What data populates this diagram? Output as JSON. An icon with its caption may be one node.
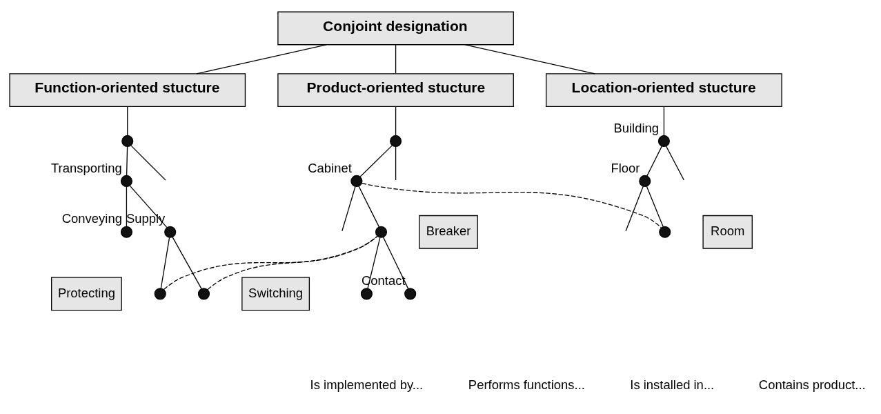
{
  "diagram": {
    "nodes": [
      {
        "text": [
          "Conjoint designation"
        ]
      },
      {
        "text": [
          "Function-oriented stucture"
        ]
      },
      {
        "text": [
          "Product-oriented stucture"
        ]
      },
      {
        "text": [
          "Location-oriented stucture"
        ]
      },
      {
        "text": [],
        "shape": "circle"
      },
      {
        "text": [],
        "shape": "circle",
        "beside": [
          "Transporting"
        ]
      },
      {
        "text": [],
        "shape": "circle",
        "beside": [
          "Conveying"
        ]
      },
      {
        "text": [],
        "shape": "circle",
        "beside": [
          "Supply"
        ]
      },
      {
        "text": [
          "Protecting"
        ]
      },
      {
        "text": [
          "Switching"
        ]
      },
      {
        "text": [],
        "shape": "circle"
      },
      {
        "text": [],
        "shape": "circle"
      },
      {
        "text": [],
        "shape": "circle"
      },
      {
        "text": [],
        "shape": "circle",
        "beside": [
          "Cabinet"
        ]
      },
      {
        "text": [
          "Breaker"
        ]
      },
      {
        "text": [],
        "shape": "circle"
      },
      {
        "text": [],
        "shape": "circle"
      },
      {
        "text": [],
        "shape": "circle",
        "beside": [
          "Contact"
        ]
      },
      {
        "text": [],
        "shape": "circle",
        "beside": [
          "Building"
        ]
      },
      {
        "text": [],
        "shape": "circle",
        "beside": [
          "Floor"
        ]
      },
      {
        "text": [
          "Room"
        ]
      },
      {
        "text": [],
        "shape": "circle"
      }
    ],
    "edges": [
      {
        "from": 0,
        "to": 1,
        "arrow": "none"
      },
      {
        "from": 0,
        "to": 2,
        "arrow": "none"
      },
      {
        "from": 0,
        "to": 3,
        "arrow": "none"
      },
      {
        "from": 1,
        "to": 4,
        "arrow": "none"
      },
      {
        "from": 4,
        "to": null,
        "arrow": "none"
      },
      {
        "from": 4,
        "to": 5,
        "arrow": "none"
      },
      {
        "from": 5,
        "to": 6,
        "arrow": "none"
      },
      {
        "from": 5,
        "to": 7,
        "arrow": "none"
      },
      {
        "from": 7,
        "to": 10,
        "arrow": "none"
      },
      {
        "from": 7,
        "to": 11,
        "arrow": "none"
      },
      {
        "from": 10,
        "to": 15,
        "arrow": "none",
        "style": "dashed"
      },
      {
        "from": 11,
        "to": 15,
        "arrow": "none",
        "style": "dashed"
      },
      {
        "from": 2,
        "to": 12,
        "arrow": "none"
      },
      {
        "from": 12,
        "to": null,
        "arrow": "none"
      },
      {
        "from": 12,
        "to": 13,
        "arrow": "none"
      },
      {
        "from": 13,
        "to": null,
        "arrow": "none"
      },
      {
        "from": 13,
        "to": 15,
        "arrow": "none"
      },
      {
        "from": 15,
        "to": 16,
        "arrow": "none"
      },
      {
        "from": 15,
        "to": 17,
        "arrow": "none"
      },
      {
        "from": 13,
        "to": 21,
        "arrow": "none",
        "style": "dashed"
      },
      {
        "from": 3,
        "to": 18,
        "arrow": "none"
      },
      {
        "from": 18,
        "to": null,
        "arrow": "none"
      },
      {
        "from": 18,
        "to": 19,
        "arrow": "none"
      },
      {
        "from": 19,
        "to": null,
        "arrow": "none"
      },
      {
        "from": 19,
        "to": 21,
        "arrow": "none"
      }
    ],
    "labels": [
      "Is implemented by...",
      "Performs functions...",
      "Is installed in...",
      "Contains product..."
    ]
  }
}
